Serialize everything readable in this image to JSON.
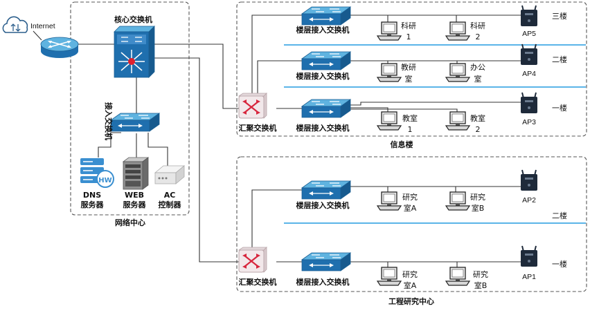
{
  "labels": {
    "internet": "Internet",
    "core_switch": "核心交换机",
    "access_switch_vertical": "接入交换机",
    "dns": "DNS",
    "dns_sub": "服务器",
    "hw_badge": "HW",
    "web": "WEB",
    "web_sub": "服务器",
    "ac": "AC",
    "ac_sub": "控制器",
    "network_center": "网络中心",
    "aggregation_switch": "汇聚交换机",
    "floor_access_switch": "楼层接入交换机",
    "info_building": "信息楼",
    "engineering_center": "工程研究中心"
  },
  "info_building": {
    "floors": [
      {
        "name": "三楼",
        "ap": "AP5",
        "pc1": [
          "科研",
          "1"
        ],
        "pc2": [
          "科研",
          "2"
        ]
      },
      {
        "name": "二楼",
        "ap": "AP4",
        "pc1": [
          "教研",
          "室"
        ],
        "pc2": [
          "办公",
          "室"
        ]
      },
      {
        "name": "一楼",
        "ap": "AP3",
        "pc1": [
          "教室",
          "1"
        ],
        "pc2": [
          "教室",
          "2"
        ]
      }
    ]
  },
  "engineering_center": {
    "floors": [
      {
        "name": "二楼",
        "ap": "AP2",
        "pc1": [
          "研究",
          "室A"
        ],
        "pc2": [
          "研究",
          "室B"
        ]
      },
      {
        "name": "一楼",
        "ap": "AP1",
        "pc1": [
          "研究",
          "室A"
        ],
        "pc2": [
          "研究",
          "室B"
        ]
      }
    ]
  },
  "colors": {
    "switch_blue": "#1f6fae",
    "switch_top": "#5fb3e0",
    "floor_separator": "#5ab4e8",
    "ap_body": "#1e2a3a",
    "router_blue": "#3a8fd0"
  }
}
